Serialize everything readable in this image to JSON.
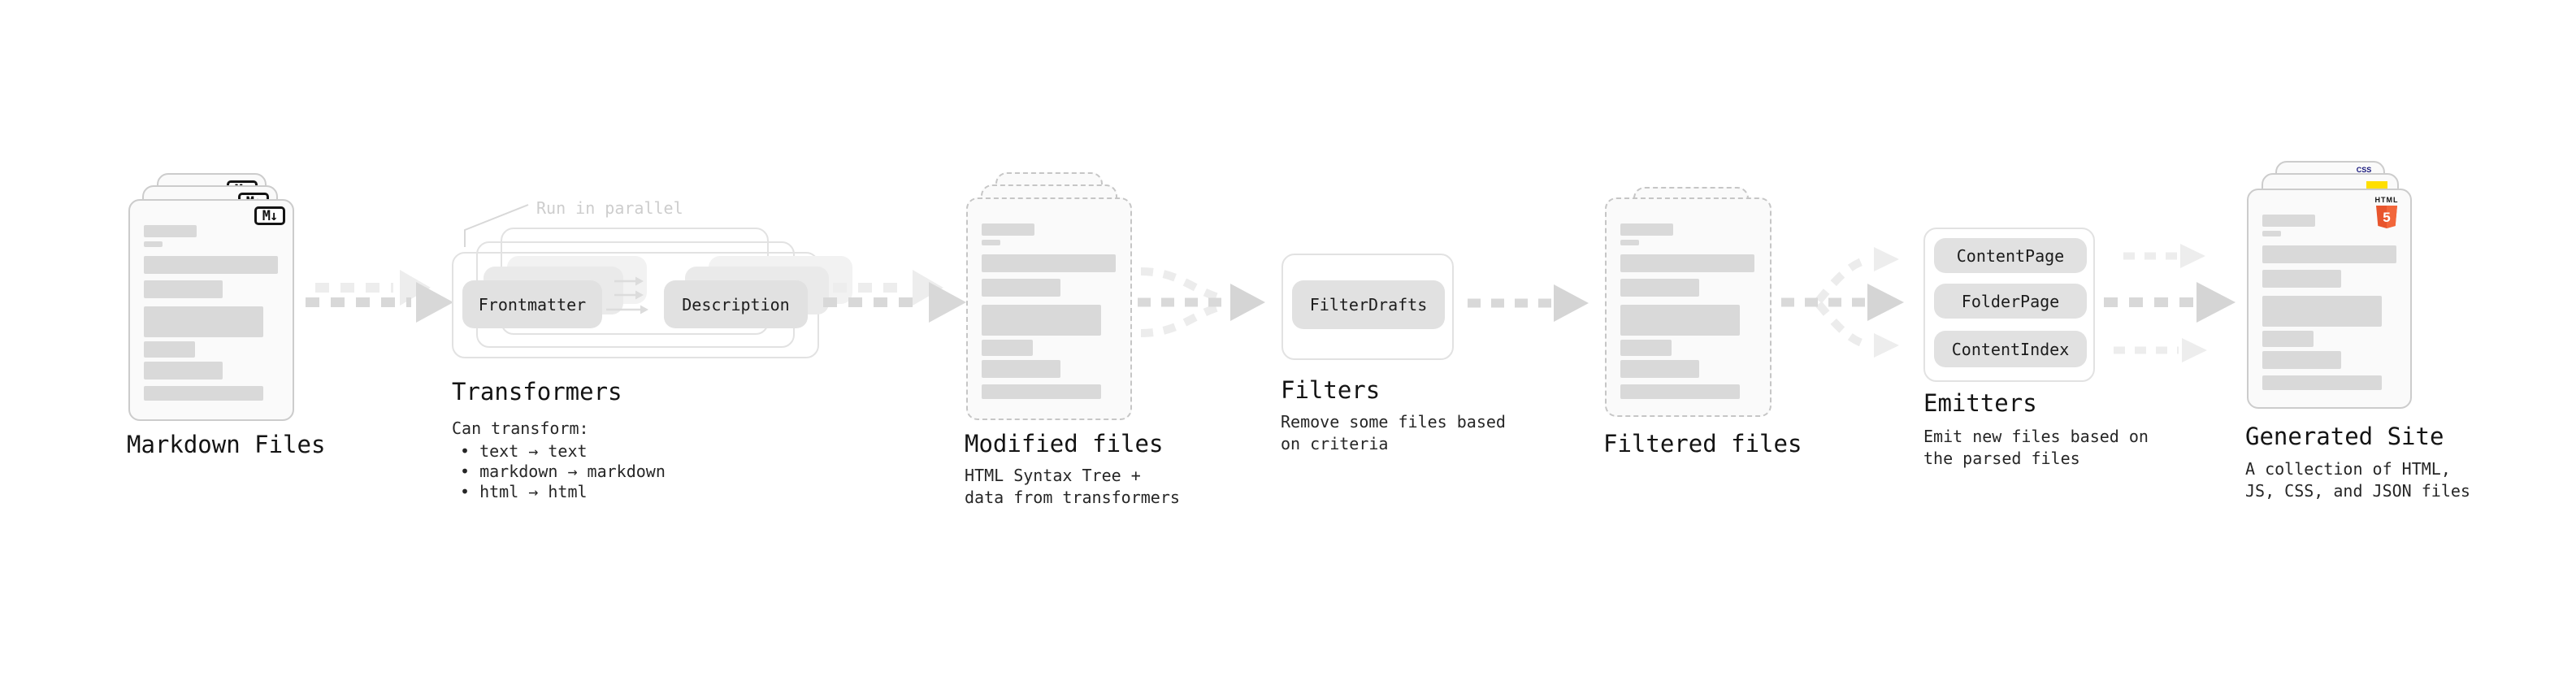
{
  "pipeline": {
    "markdown_files": {
      "label": "Markdown Files"
    },
    "transformers": {
      "note": "Run in parallel",
      "pills": [
        "Frontmatter",
        "Description"
      ],
      "label": "Transformers",
      "desc_title": "Can transform:",
      "bullets": [
        "• text → text",
        "• markdown → markdown",
        "• html → html"
      ]
    },
    "modified_files": {
      "label": "Modified files",
      "desc": "HTML Syntax Tree +\ndata from transformers"
    },
    "filters": {
      "pill": "FilterDrafts",
      "label": "Filters",
      "desc": "Remove some files based\non criteria"
    },
    "filtered_files": {
      "label": "Filtered files"
    },
    "emitters": {
      "pills": [
        "ContentPage",
        "FolderPage",
        "ContentIndex"
      ],
      "label": "Emitters",
      "desc": "Emit new files based on\nthe parsed files"
    },
    "generated_site": {
      "label": "Generated Site",
      "desc": "A collection of HTML,\nJS, CSS, and JSON files"
    },
    "icons": {
      "markdown_icon": "M↓",
      "html5_icon_label": "HTML",
      "html5_icon_number": "5",
      "css_icon_label": "CSS"
    },
    "colors": {
      "html5_orange": "#e8552d",
      "js_yellow": "#ffdf00",
      "css_blue": "#3b6ce0",
      "bar_gray": "#d9d9d9",
      "arrow_gray": "#d8d8d8",
      "ghost_arrow_gray": "#ededed"
    }
  }
}
